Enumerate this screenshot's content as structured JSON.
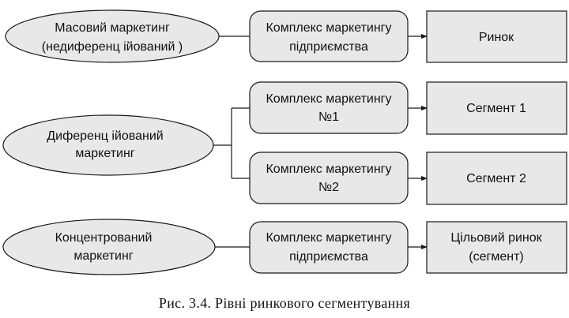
{
  "colors": {
    "fill": "#e8e8e8",
    "stroke": "#1a1a1a",
    "background": "#ffffff"
  },
  "strategies": {
    "mass": {
      "line1": "Масовий маркетинг",
      "line2": "(недиференц ійований  )"
    },
    "differentiated": {
      "line1": "Диференц ійований",
      "line2": "маркетинг"
    },
    "concentrated": {
      "line1": "Концентрований",
      "line2": "маркетинг"
    }
  },
  "complexes": {
    "mass": {
      "line1": "Комплекс маркетингу",
      "line2": "підприємства"
    },
    "diff1": {
      "line1": "Комплекс маркетингу",
      "line2": "№1"
    },
    "diff2": {
      "line1": "Комплекс маркетингу",
      "line2": "№2"
    },
    "concentrated": {
      "line1": "Комплекс маркетингу",
      "line2": "підприємства"
    }
  },
  "markets": {
    "mass": {
      "line1": "Ринок"
    },
    "segment1": {
      "line1": "Сегмент 1"
    },
    "segment2": {
      "line1": "Сегмент 2"
    },
    "target": {
      "line1": "Цільовий ринок",
      "line2": "(сегмент)"
    }
  },
  "caption": "Рис. 3.4. Рівні ринкового сегментування"
}
